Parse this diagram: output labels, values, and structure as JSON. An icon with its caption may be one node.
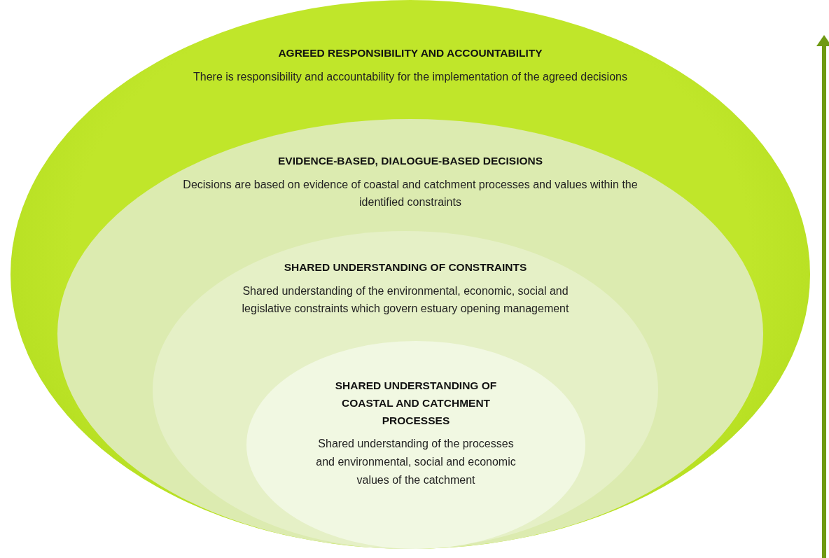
{
  "diagram": {
    "nodes": [
      {
        "text": [
          "AGREED RESPONSIBILITY AND ACCOUNTABILITY",
          "There is responsibility and accountability for the implementation of the agreed decisions"
        ]
      },
      {
        "text": [
          "EVIDENCE-BASED, DIALOGUE-BASED DECISIONS",
          "Decisions are based on evidence of coastal and catchment processes and values within the identified constraints"
        ],
        "in": 0
      },
      {
        "text": [
          "SHARED UNDERSTANDING OF CONSTRAINTS",
          "Shared understanding of the environmental, economic, social and legislative constraints which govern estuary opening management"
        ],
        "in": 1
      },
      {
        "text": [
          "SHARED UNDERSTANDING OF COASTAL AND CATCHMENT PROCESSES",
          "Shared understanding of the processes and environmental, social and economic values of the catchment"
        ],
        "in": 2
      }
    ],
    "edges": []
  }
}
